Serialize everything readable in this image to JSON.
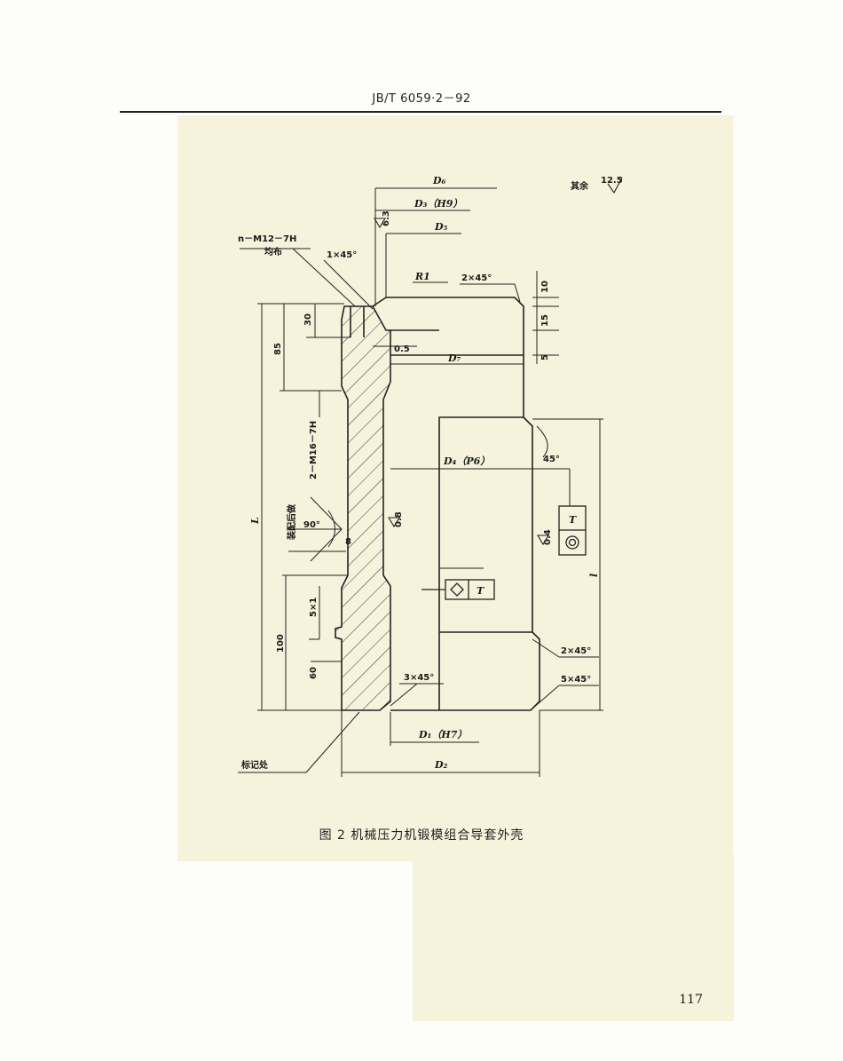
{
  "header": {
    "standard_code": "JB/T 6059·2－92"
  },
  "drawing": {
    "labels": {
      "d6_top": "D₆",
      "d3": "D₃（H9）",
      "d5": "D₅",
      "thread_holes": "n－M12－7H",
      "evenly": "均布",
      "chamfer_1x45": "1×45°",
      "r1": "R1",
      "chamfer_2x45_top": "2×45°",
      "roughness_rest": "其余",
      "roughness_rest_value": "12.5",
      "roughness_63": "6.3",
      "dim_10": "10",
      "dim_15": "15",
      "dim_5": "5",
      "dim_30": "30",
      "dim_85": "85",
      "dim_05": "0.5",
      "d7": "D₇",
      "thread_m16": "2－M16－7H",
      "d4": "D₄（P6）",
      "angle_45": "45°",
      "L": "L",
      "assembly_note": "装配后做",
      "angle_90": "90°",
      "roughness_08": "0.8",
      "dim_8": "8",
      "tol_t_right": "T",
      "roughness_04": "0.4",
      "tol_t_mid": "T",
      "l": "l",
      "dim_5x1": "5×1",
      "dim_100": "100",
      "dim_60": "60",
      "chamfer_2x45_bottom": "2×45°",
      "chamfer_3x45": "3×45°",
      "chamfer_5x45": "5×45°",
      "d1": "D₁（H7）",
      "mark_location": "标记处",
      "d2": "D₂"
    }
  },
  "caption": "图 2   机械压力机锻模组合导套外壳",
  "page_number": "117"
}
